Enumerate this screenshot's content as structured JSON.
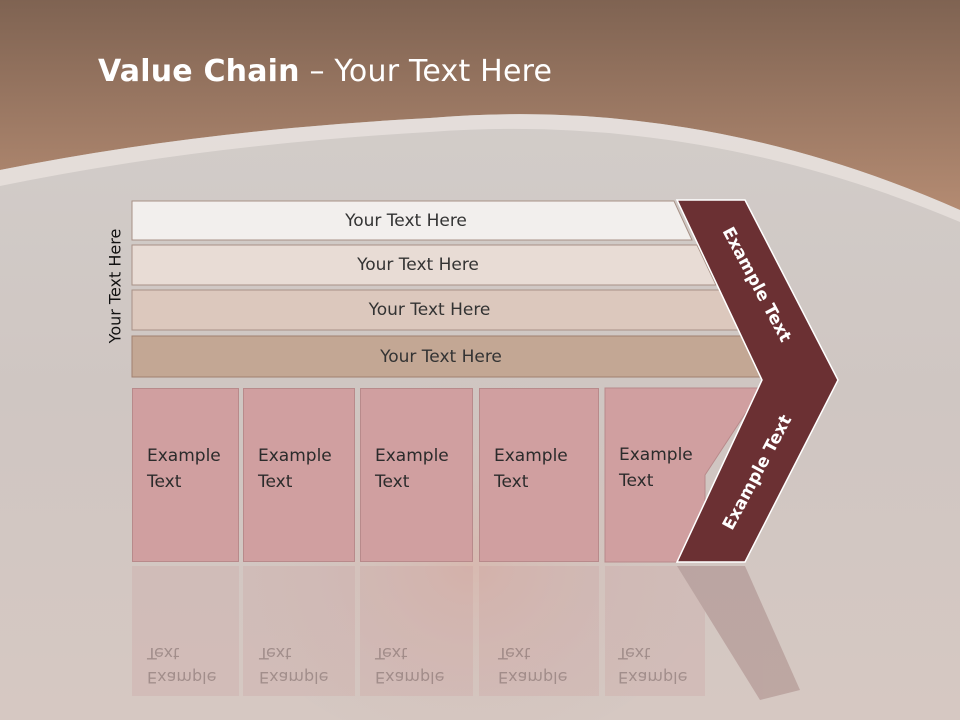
{
  "slide": {
    "title_bold": "Value Chain",
    "title_rest": " – Your Text Here",
    "side_label": "Your Text Here",
    "bars": [
      {
        "label": "Your Text Here",
        "color": "#f2efed"
      },
      {
        "label": "Your Text Here",
        "color": "#e8dcd5"
      },
      {
        "label": "Your Text Here",
        "color": "#dcc8bd"
      },
      {
        "label": "Your Text Here",
        "color": "#c3a794"
      }
    ],
    "cells": [
      {
        "line1": "Example",
        "line2": "Text"
      },
      {
        "line1": "Example",
        "line2": "Text"
      },
      {
        "line1": "Example",
        "line2": "Text"
      },
      {
        "line1": "Example",
        "line2": "Text"
      },
      {
        "line1": "Example",
        "line2": "Text"
      }
    ],
    "arrow_upper_text": "Example Text",
    "arrow_lower_text": "Example Text",
    "colors": {
      "header": "#9d7761",
      "arrow": "#6b3033",
      "cell": "#d09fa0"
    }
  }
}
